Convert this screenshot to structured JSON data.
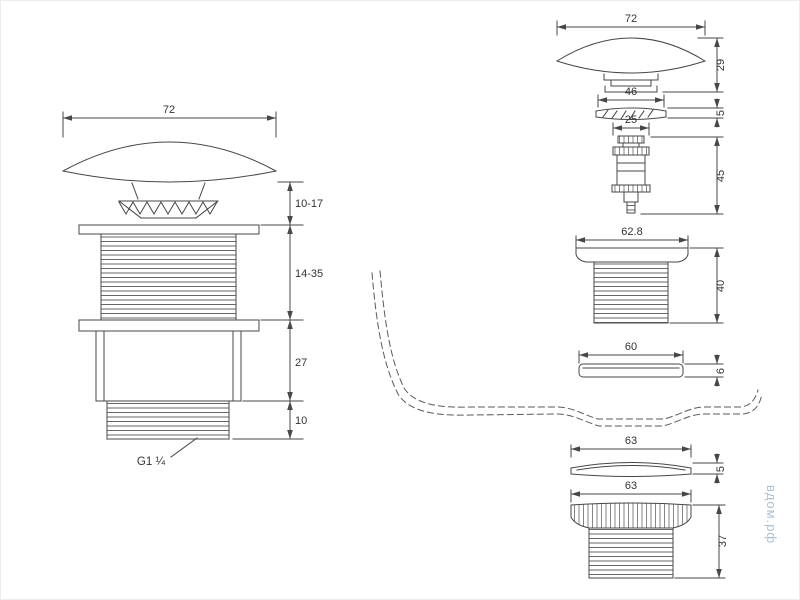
{
  "assembled": {
    "width": "72",
    "seg1": "10-17",
    "seg2": "14-35",
    "seg3": "27",
    "seg4": "10",
    "thread": "G1 ¼"
  },
  "exploded": {
    "cap_w": "72",
    "cap_h": "29",
    "ring_w": "46",
    "ring_h": "5",
    "mech_w": "25",
    "mech_h": "45",
    "body_w": "62.8",
    "body_h": "40",
    "washer_w": "60",
    "washer_h": "6",
    "gasket_w": "63",
    "gasket_h": "5",
    "tail_w": "63",
    "tail_h": "37"
  },
  "watermark": "вдом.рф",
  "colors": {
    "line": "#474747",
    "watermark": "#a9c2d6"
  }
}
